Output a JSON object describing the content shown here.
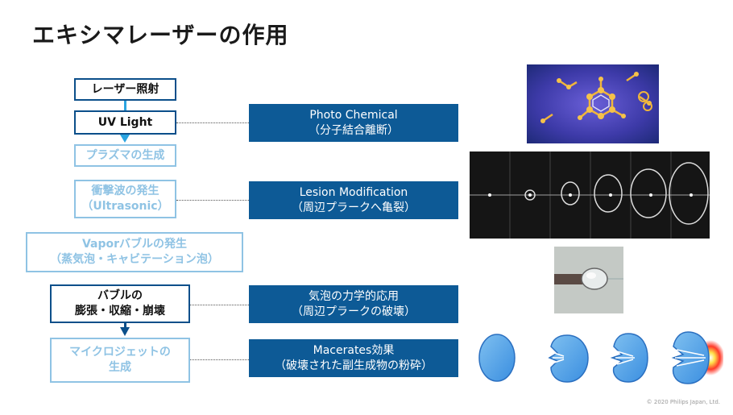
{
  "title": "エキシマレーザーの作用",
  "flow": [
    {
      "line1": "レーザー照射",
      "line2": ""
    },
    {
      "line1": "UV Light",
      "line2": ""
    },
    {
      "line1": "プラズマの生成",
      "line2": ""
    },
    {
      "line1": "衝撃波の発生",
      "line2": "（Ultrasonic）"
    },
    {
      "line1": "Vaporバブルの発生",
      "line2": "（蒸気泡・キャビテーション泡）"
    },
    {
      "line1": "バブルの",
      "line2": "膨張・収縮・崩壊"
    },
    {
      "line1": "マイクロジェットの",
      "line2": "生成"
    }
  ],
  "effects": [
    {
      "line1": "Photo Chemical",
      "line2": "（分子結合離断）"
    },
    {
      "line1": "Lesion Modification",
      "line2": "（周辺プラークへ亀裂）"
    },
    {
      "line1": "気泡の力学的応用",
      "line2": "（周辺プラークの破壊）"
    },
    {
      "line1": "Macerates効果",
      "line2": "（破壊された副生成物の粉砕）"
    }
  ],
  "footer": "© 2020 Philips Japan, Ltd.",
  "colors": {
    "dark_blue": "#0b4f8a",
    "light_blue": "#8fc3e4",
    "effect_box": "#0d5a96"
  }
}
